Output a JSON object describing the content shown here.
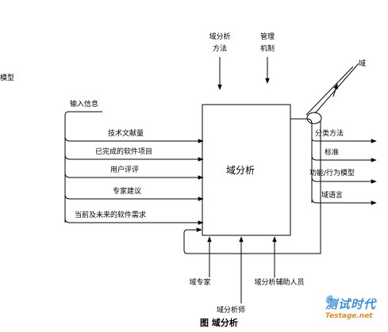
{
  "box": {
    "label": "域分析"
  },
  "controls": {
    "method": [
      "域分析",
      "方法"
    ],
    "management": [
      "管理",
      "机制"
    ]
  },
  "left_clipped_text": "模型",
  "inputs": {
    "group_label": "输入信息",
    "items": [
      "技术文献量",
      "已完成的软件项目",
      "用户评评",
      "专家建议",
      "当前及未来的软件需求"
    ]
  },
  "outputs": [
    "分类方法",
    "标准",
    "功能/行为模型",
    "域语言"
  ],
  "feedback_label": "域",
  "mechanisms": [
    "域专家",
    "域分析师",
    "域分析辅助人员"
  ],
  "caption": "图  域分析",
  "watermark": {
    "main": "测试时代",
    "sub": "Testage.net"
  }
}
